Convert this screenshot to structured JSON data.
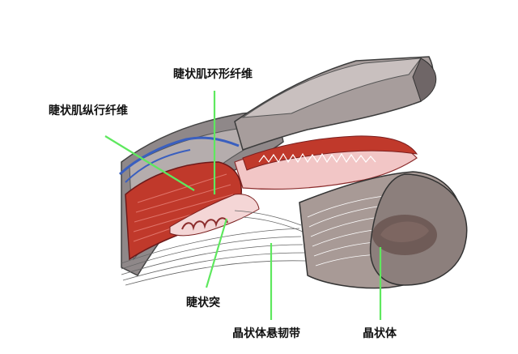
{
  "labels": {
    "ciliary_circular_fibers": "睫状肌环形纤维",
    "ciliary_longitudinal_fibers": "睫状肌纵行纤维",
    "ciliary_process": "睫状突",
    "zonular_fibers": "晶状体悬韧带",
    "lens": "晶状体"
  },
  "colors": {
    "leader_line": "#5ee85e",
    "muscle": "#c0392b",
    "tissue_pink": "#f2c6c6",
    "lens_gray": "#a89a96",
    "sclera_gray": "#9a9394",
    "vessel_blue": "#3a5fbf"
  }
}
